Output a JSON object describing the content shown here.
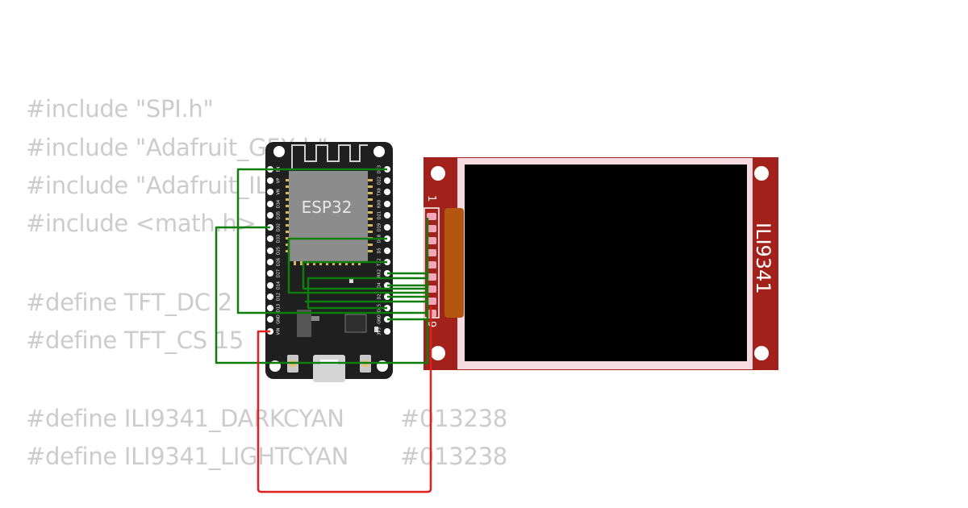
{
  "code": {
    "line1": "#include \"SPI.h\"",
    "line2": "#include \"Adafruit_GFX.h\"",
    "line3": "#include \"Adafruit_ILI9341.h\"",
    "line4": "#include <math.h>",
    "line5": "#define TFT_DC 2",
    "line6": "#define TFT_CS 15",
    "line7_name": "#define ILI9341_DARKCYAN",
    "line7_value": "#013238",
    "line8_name": "#define ILI9341_LIGHTCYAN",
    "line8_value": "#013238"
  },
  "esp32": {
    "label": "ESP32",
    "left_pins": [
      "EN",
      "VP",
      "VN",
      "D34",
      "D35",
      "D32",
      "D33",
      "D25",
      "D26",
      "D27",
      "D14",
      "D12",
      "D13",
      "GND",
      "VIN"
    ],
    "right_pins": [
      "D23",
      "D22",
      "TX0",
      "RX0",
      "D21",
      "D19",
      "D18",
      "D5",
      "TX2",
      "RX2",
      "D4",
      "D2",
      "D15",
      "GND",
      "3V3"
    ]
  },
  "display": {
    "label": "ILI9341",
    "pin_first": "1",
    "pin_last": "9"
  },
  "colors": {
    "board": "#1f1f1f",
    "chip": "#8c8c8c",
    "pcb_red": "#a3211b",
    "wire_green": "#0e7d0e",
    "wire_red": "#e01f1f",
    "screen": "#000000"
  }
}
